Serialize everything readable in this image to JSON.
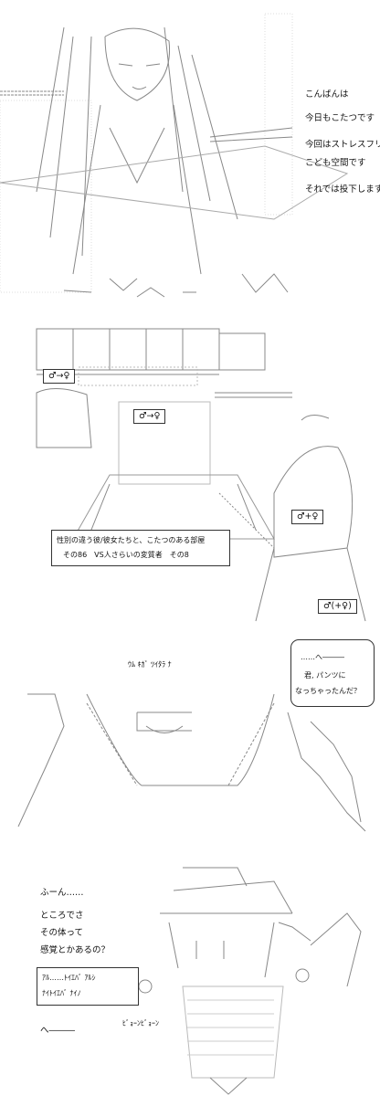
{
  "panel1": {
    "lines": [
      "こんばんは",
      "今日もこたつです",
      "今回はストレスフリーな",
      "こども空間です",
      "それでは投下します"
    ]
  },
  "panel2": {
    "badge_left": "♂→♀",
    "badge_center": "♂→♀",
    "badge_right_1": "♂+♀",
    "badge_right_2": "♂(+♀)",
    "title_line1": "性別の違う彼/彼女たちと、こたつのある部屋",
    "title_line2": "その86　VS人さらいの変質者　その8"
  },
  "panel3": {
    "katakana": "ｳﾑ ｷｶﾞ ﾂｲﾀﾗ ﾅ",
    "speech": [
      "……へ―――",
      "君, パンツに",
      "なっちゃったんだ？"
    ]
  },
  "panel4": {
    "lines": [
      "ふーん……",
      "ところでさ",
      "その体って",
      "感覚とかあるの？"
    ],
    "box": [
      "ｱﾙ……ﾄｲｴﾊﾞ ｱﾙｼ",
      "ﾅｲﾄｲｴﾊﾞ ﾅｲﾉ"
    ],
    "after": "へ―――",
    "onomatopoeia": "ﾋﾞｮｰﾝﾋﾞｮｰﾝ"
  }
}
